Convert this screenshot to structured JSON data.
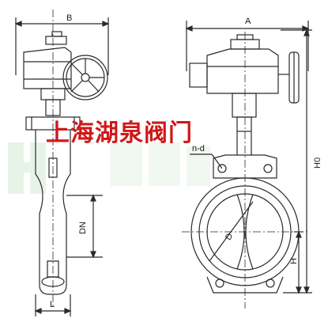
{
  "drawing": {
    "left_view": {
      "dim_top": "B",
      "dim_side": "DN",
      "dim_bottom": "L"
    },
    "right_view": {
      "dim_top": "A",
      "dim_height_total": "H0",
      "dim_height_lower": "H",
      "bolt_label": "n-d",
      "circle_label": "D"
    },
    "watermark_text": "上海湖泉阀门"
  },
  "colors": {
    "line": "#2a2a2a",
    "watermark": "#d01818",
    "ghost_logo": "#cfe6cf"
  }
}
